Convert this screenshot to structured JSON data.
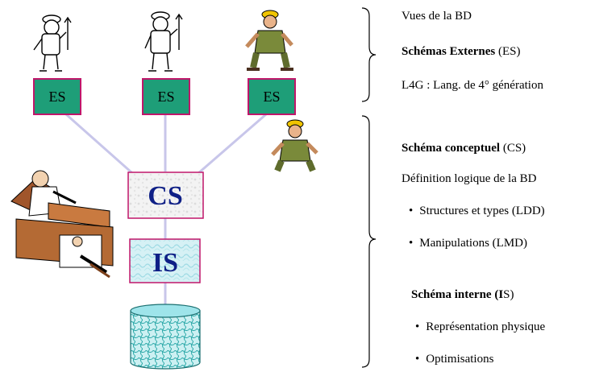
{
  "diagram": {
    "external_schemas": [
      "ES",
      "ES",
      "ES"
    ],
    "conceptual_schema": "CS",
    "internal_schema": "IS",
    "colors": {
      "es_box": "#1e9e78",
      "es_border": "#c0166a",
      "connector": "#c8c6ea",
      "cs_text": "#0e1f86",
      "is_text": "#0e1f86",
      "db_fill": "#c4ecf0",
      "db_pattern": "#2aa8a8"
    }
  },
  "annotations": {
    "external": {
      "line1": "Vues de la BD",
      "line2_bold": "Schémas Externes",
      "line2_rest": "(ES)",
      "line3": "L4G : Lang. de 4° génération"
    },
    "conceptual": {
      "title_bold": "Schéma conceptuel",
      "title_rest": "(CS)",
      "definition": "Définition logique de la BD",
      "bullets": [
        "Structures et types (LDD)",
        "Manipulations  (LMD)"
      ]
    },
    "internal": {
      "title_bold_1": "Schéma interne (",
      "title_bold_2": "I",
      "title_rest": "S)",
      "bullets": [
        "Représentation physique",
        "Optimisations"
      ]
    }
  }
}
